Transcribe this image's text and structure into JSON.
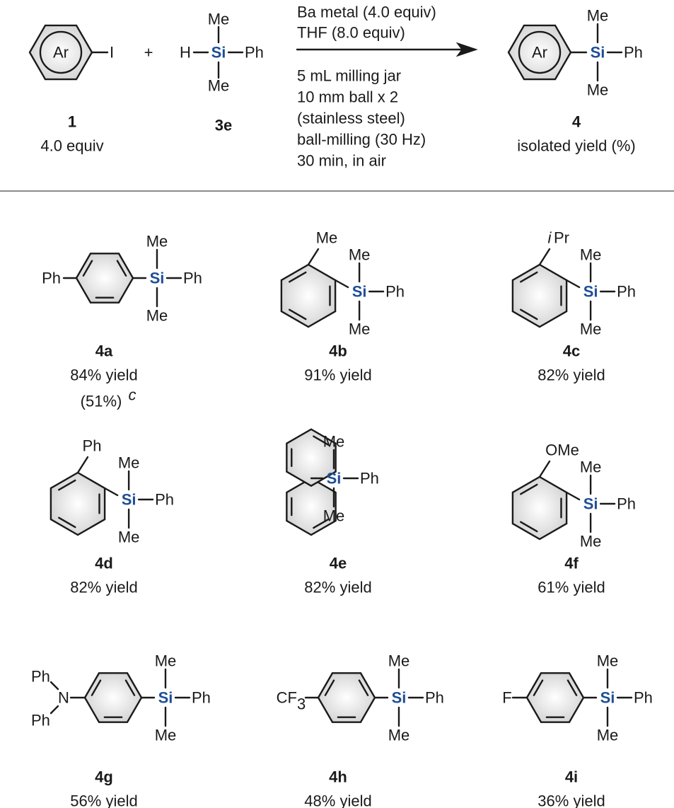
{
  "colors": {
    "silicon": "#1f4e96",
    "bond": "#1a1a1a",
    "divider": "#8c8c8c"
  },
  "atoms": {
    "si": "Si",
    "me": "Me",
    "ph": "Ph",
    "h": "H",
    "i": "I",
    "ar": "Ar",
    "n": "N",
    "f": "F",
    "ome": "OMe",
    "ipr_i": "i",
    "ipr_pr": "Pr",
    "cf": "CF",
    "three": "3"
  },
  "reaction": {
    "plus": "+",
    "reactant1": {
      "number": "1",
      "equiv": "4.0 equiv"
    },
    "reactant2": {
      "number": "3e"
    },
    "product": {
      "number": "4",
      "note": "isolated yield (%)"
    },
    "conditions_above": [
      "Ba metal (4.0 equiv)",
      "THF (8.0 equiv)"
    ],
    "conditions_below": [
      "5 mL milling jar",
      "10 mm ball x 2",
      "(stainless steel)",
      "ball-milling (30 Hz)",
      "30 min, in air"
    ]
  },
  "compounds": [
    {
      "id": "4a",
      "yield": "84% yield",
      "extra": "(51%)",
      "extra_sup": "c"
    },
    {
      "id": "4b",
      "yield": "91% yield"
    },
    {
      "id": "4c",
      "yield": "82% yield"
    },
    {
      "id": "4d",
      "yield": "82% yield"
    },
    {
      "id": "4e",
      "yield": "82% yield"
    },
    {
      "id": "4f",
      "yield": "61% yield"
    },
    {
      "id": "4g",
      "yield": "56% yield"
    },
    {
      "id": "4h",
      "yield": "48% yield"
    },
    {
      "id": "4i",
      "yield": "36% yield"
    }
  ]
}
